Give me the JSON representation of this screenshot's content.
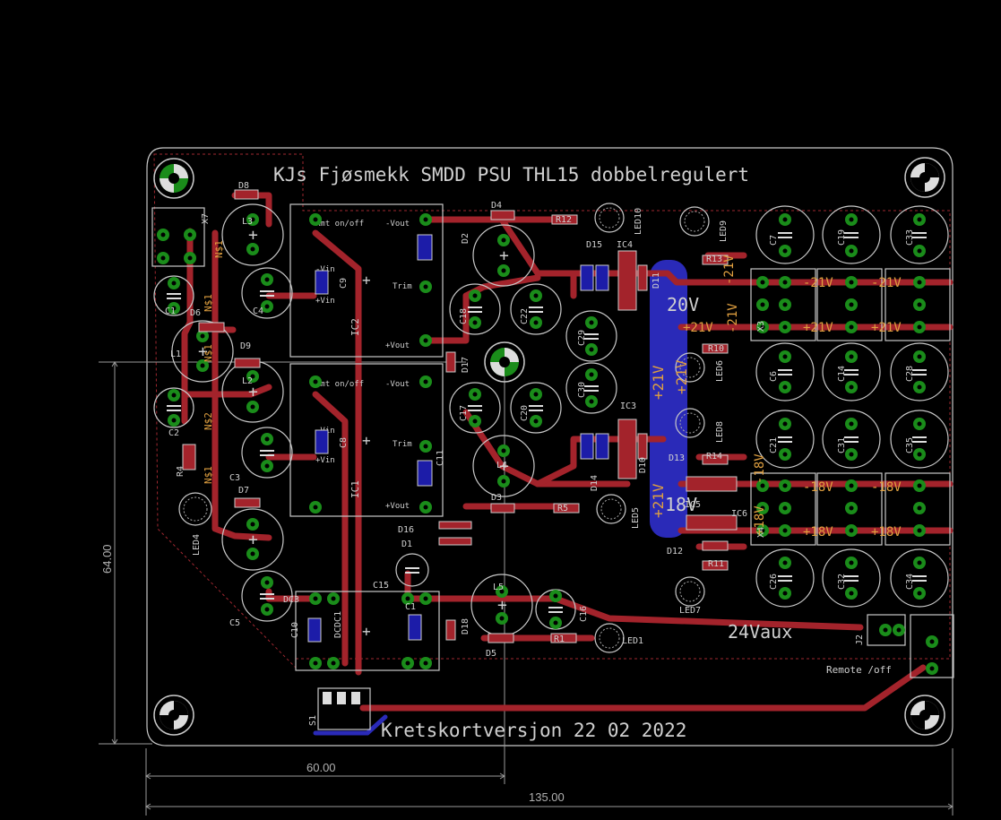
{
  "board": {
    "title": "KJs Fjøsmekk SMDD PSU THL15 dobbelregulert",
    "version": "Kretskortversjon 22 02 2022",
    "aux_label": "24Vaux",
    "remote_label": "Remote /off",
    "rail_20v": "20V",
    "rail_18v": "18V"
  },
  "dimensions": {
    "width_label": "135.00",
    "inner_label": "60.00",
    "height_label": "64.00"
  },
  "modules": {
    "ic2": {
      "name": "IC2",
      "rmt": "Rmt on/off",
      "nvout": "-Vout",
      "trim": "Trim",
      "pvout": "+Vout",
      "nvin": "-Vin",
      "pvin": "+Vin"
    },
    "ic1": {
      "name": "IC1",
      "rmt": "Rmt on/off",
      "nvout": "-Vout",
      "trim": "Trim",
      "pvout": "+Vout",
      "nvin": "-Vin",
      "pvin": "+Vin"
    },
    "dcdc1": {
      "name": "DCDC1"
    }
  },
  "labels": {
    "nets": [
      "-21V",
      "+21V",
      "-21V",
      "+21V",
      "-18V",
      "+18V",
      "-18V",
      "+18V",
      "+21V",
      "-21V",
      "+21V",
      "+21V",
      "-21V",
      "+21V",
      "-18V",
      "+18V",
      "N$1",
      "N$1",
      "N$1",
      "N$2",
      "N$1"
    ],
    "components": [
      "D8",
      "L3",
      "C1",
      "C4",
      "D6",
      "L1",
      "D9",
      "L2",
      "C2",
      "C3",
      "R4",
      "D7",
      "LED4",
      "C5",
      "DC3",
      "D4",
      "D2",
      "R12",
      "LED10",
      "LED9",
      "R13",
      "C7",
      "C19",
      "C33",
      "D15",
      "IC4",
      "D11",
      "C18",
      "C22",
      "C29",
      "D17",
      "R10",
      "LED6",
      "C6",
      "C14",
      "C28",
      "C30",
      "C17",
      "C20",
      "IC3",
      "LED8",
      "C21",
      "C31",
      "C35",
      "D14",
      "D10",
      "R14",
      "D13",
      "IC5",
      "IC6",
      "LED5",
      "D3",
      "R5",
      "D16",
      "D1",
      "D12",
      "R11",
      "C26",
      "C32",
      "C34",
      "LED7",
      "C15",
      "L5",
      "C16",
      "C1",
      "D18",
      "D5",
      "R1",
      "LED1",
      "J2",
      "S1",
      "X3",
      "X7",
      "C9",
      "C8",
      "C11",
      "C10",
      "L4",
      "X4"
    ]
  },
  "colors": {
    "background": "#000000",
    "trace_top": "#a3232b",
    "trace_bottom": "#2a2ab8",
    "pad": "#1a8c1a",
    "silk": "#c8c8c8",
    "netlabel": "#e0a040"
  }
}
